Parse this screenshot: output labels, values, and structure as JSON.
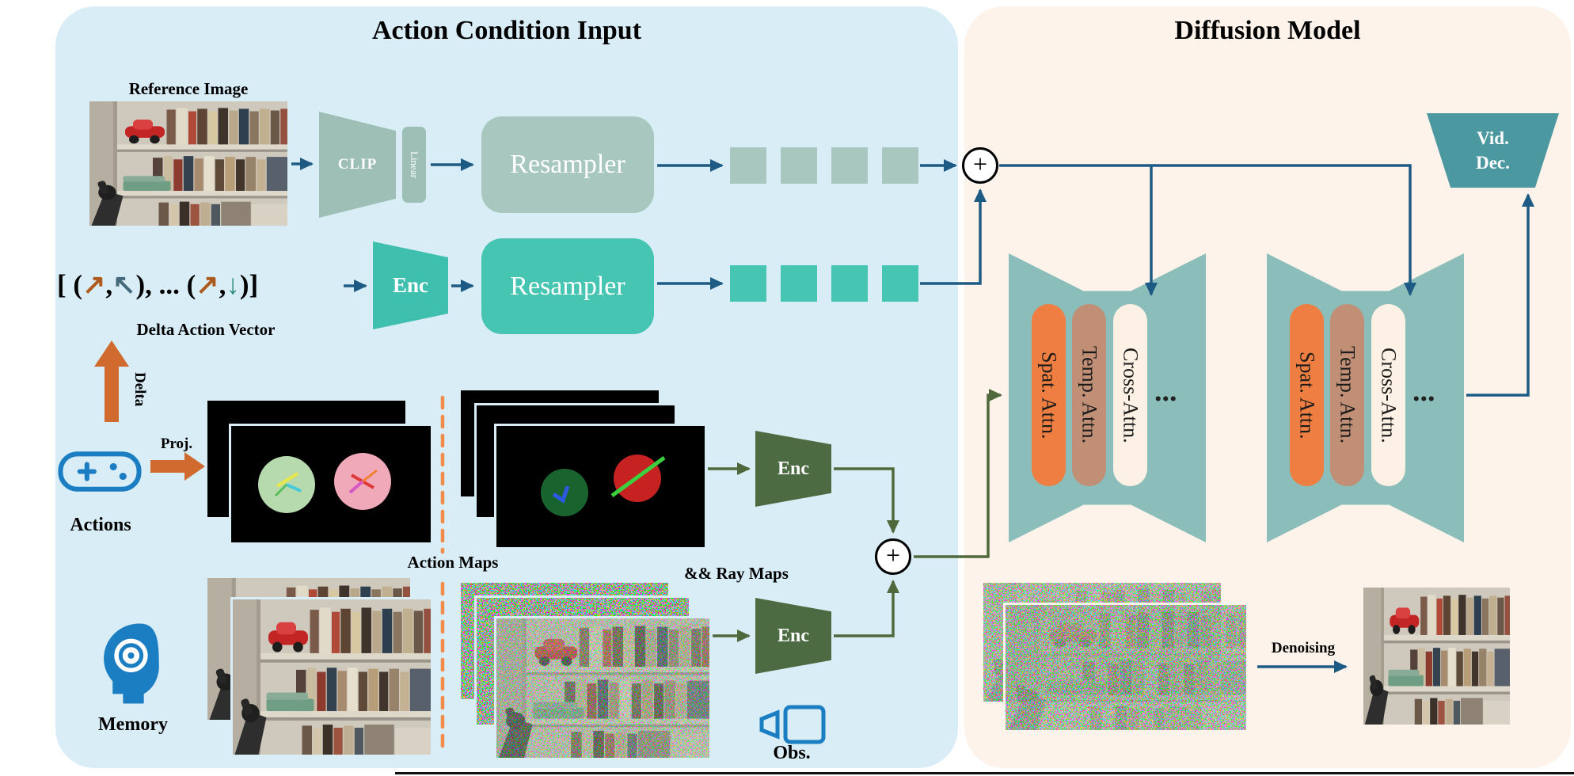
{
  "colors": {
    "panel_left_bg": "#d9edf7",
    "panel_right_bg": "#fdf3ea",
    "clip_muted_teal": "#9dbfb6",
    "resampler_muted": "#a8c8bf",
    "turquoise": "#46c6b2",
    "enc_dark_green": "#4c6b42",
    "arrow_steel_blue": "#1e5b84",
    "arrow_olive_green": "#50693c",
    "orange_block_arrow": "#d06a2f",
    "dashed_orange": "#f28a4a",
    "unet_teal": "#8bbeba",
    "spat_attn_orange": "#ee7e41",
    "temp_attn_brown": "#c08f76",
    "cross_attn_cream": "#fcf1e4",
    "vid_dec_teal": "#4c98a0",
    "icon_blue": "#1b7ec2"
  },
  "left_panel": {
    "title": "Action Condition Input",
    "reference_image_label": "Reference Image",
    "clip_label": "CLIP",
    "linear_label": "Linear",
    "resampler_top_label": "Resampler",
    "delta_vector": {
      "open": "[ (",
      "arrow_up_right_1": "↗",
      "comma_1": ",",
      "arrow_up_left": "↖",
      "middle": "), ... (",
      "arrow_up_right_2": "↗",
      "comma_2": ",",
      "arrow_down": "↓",
      "close": ")]"
    },
    "delta_action_vector_label": "Delta Action Vector",
    "enc_action_label": "Enc",
    "resampler_bottom_label": "Resampler",
    "delta_arrow_label": "Delta",
    "actions_label": "Actions",
    "proj_label": "Proj.",
    "action_maps_label": "Action Maps",
    "ray_maps_label": "&& Ray Maps",
    "enc_ray_label": "Enc",
    "enc_obs_label": "Enc",
    "memory_label": "Memory",
    "obs_label": "Obs.",
    "plus_symbol": "+"
  },
  "right_panel": {
    "title": "Diffusion Model",
    "plus_symbol": "+",
    "unet_block_1": {
      "spat_attn_label": "Spat. Attn.",
      "temp_attn_label": "Temp. Attn.",
      "cross_attn_label": "Cross-Attn.",
      "ellipsis": "..."
    },
    "unet_block_2": {
      "spat_attn_label": "Spat. Attn.",
      "temp_attn_label": "Temp. Attn.",
      "cross_attn_label": "Cross-Attn.",
      "ellipsis": "..."
    },
    "vid_dec_label_line1": "Vid.",
    "vid_dec_label_line2": "Dec.",
    "denoising_label": "Denoising"
  }
}
